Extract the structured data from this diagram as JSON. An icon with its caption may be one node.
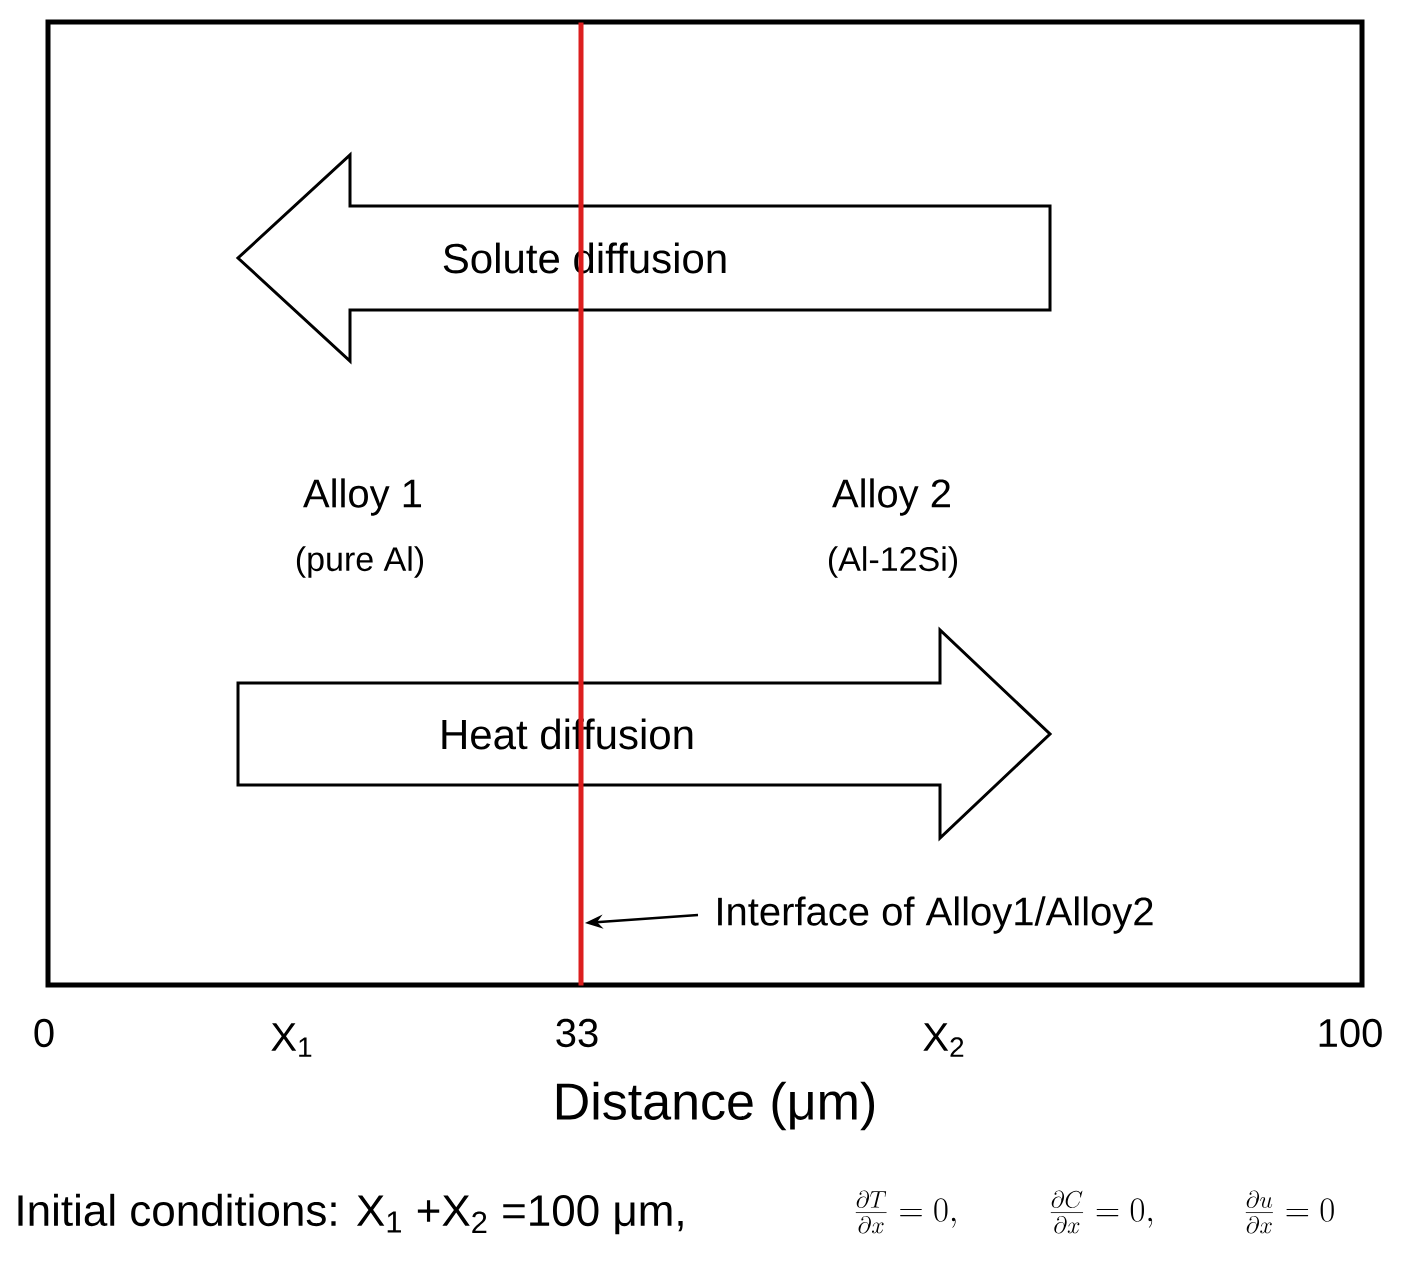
{
  "diagram": {
    "nodes": [
      {
        "text": [
          "Solute diffusion"
        ]
      },
      {
        "text": [
          "Heat diffusion"
        ]
      },
      {
        "text": [
          "Interface of Alloy1/Alloy2"
        ]
      },
      {
        "text": [],
        "shape": "line"
      }
    ],
    "edges": [
      {
        "from": 2,
        "to": 3,
        "arrow": "to"
      }
    ],
    "labels": [
      "Alloy 1",
      "(pure Al)",
      "Alloy 2",
      "(Al-12Si)",
      "0",
      "X$_{1}$",
      "33",
      "X$_{2}$",
      "100",
      "Distance (μm)",
      "Initial conditions: X$_{1}$ +X$_{2}$ =100 μm,",
      "\\frac{\\partial T}{\\partial x}=0,",
      "\\frac{\\partial C}{\\partial x}=0,",
      "\\frac{\\partial u}{\\partial x}=0"
    ]
  }
}
